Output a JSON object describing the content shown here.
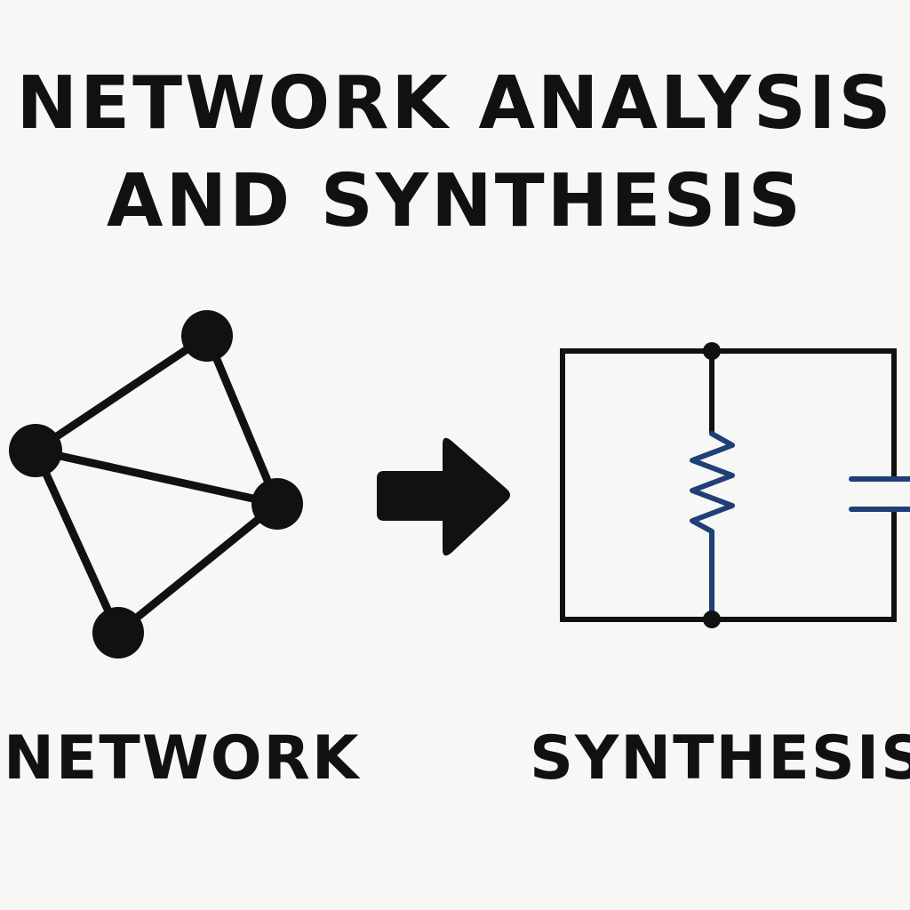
{
  "title": {
    "line1": "NETWORK ANALYSIS",
    "line2": "AND SYNTHESIS"
  },
  "captions": {
    "left": "NETWORK",
    "right": "SYNTHESIS"
  },
  "graphic": {
    "left_icon": "network-graph-icon",
    "arrow_icon": "right-arrow-icon",
    "right_icon": "parallel-rc-circuit-icon"
  },
  "colors": {
    "background": "#f7f7f6",
    "ink": "#111111",
    "component_blue": "#1f3f77"
  }
}
